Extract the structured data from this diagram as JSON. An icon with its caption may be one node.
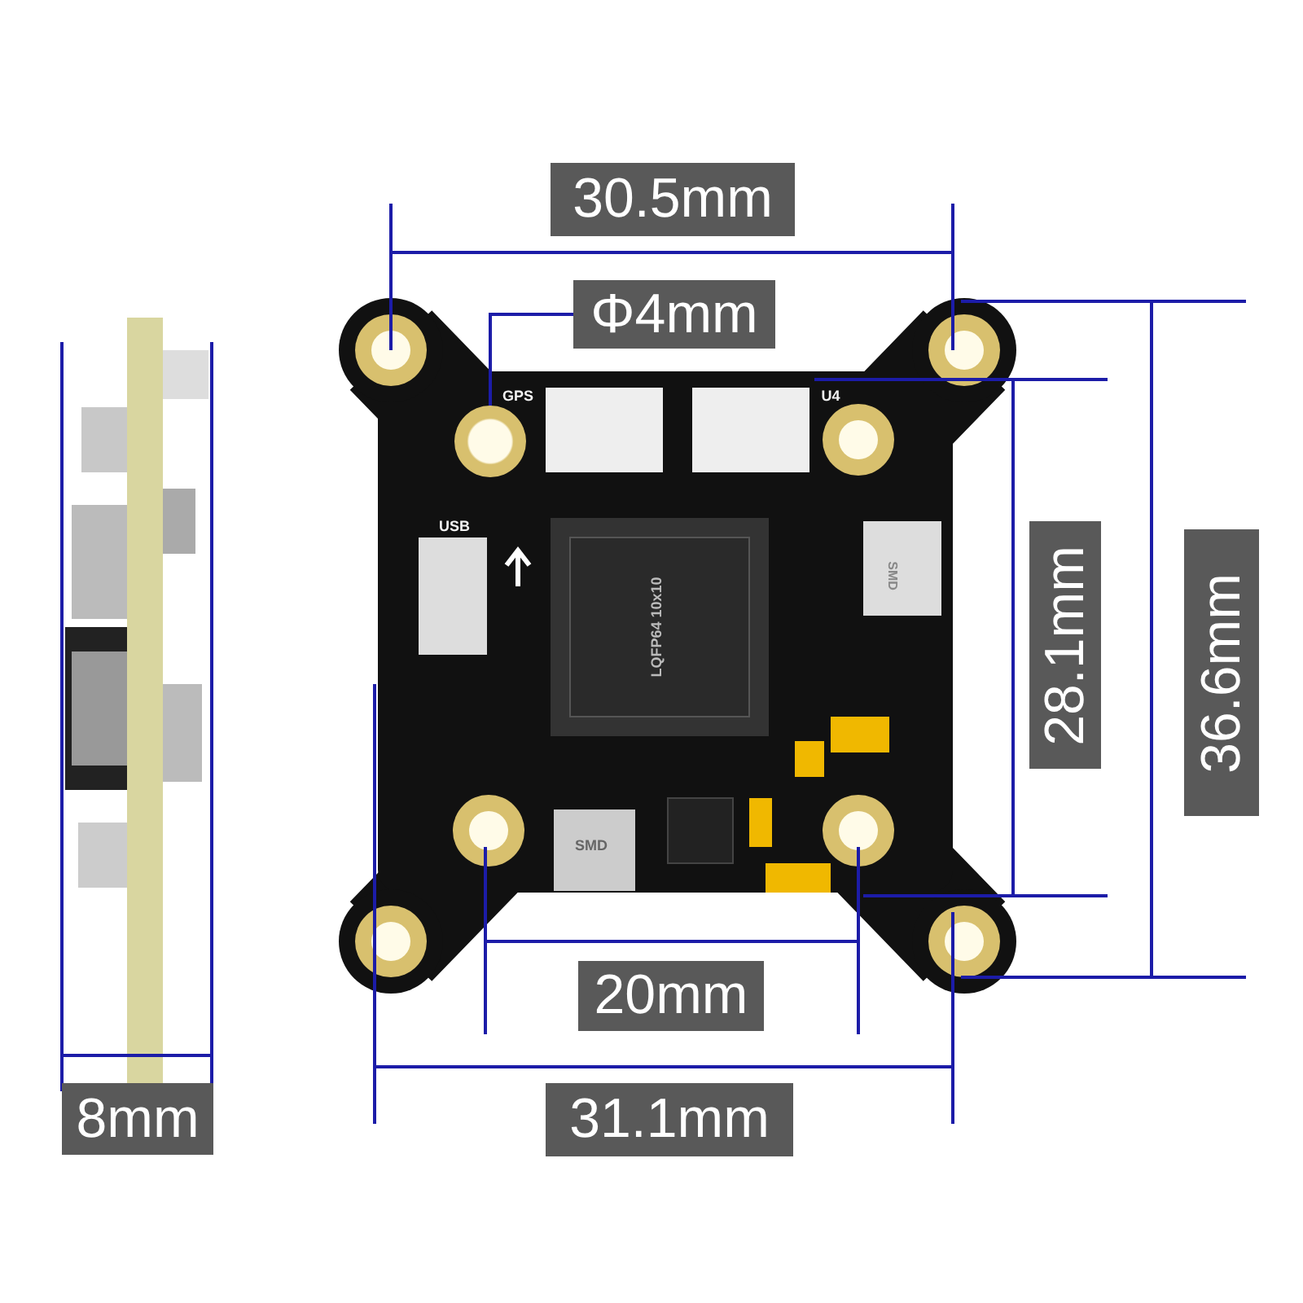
{
  "diagram": {
    "nodes": [
      {
        "text": [
          "Φ4mm"
        ]
      },
      {
        "text": [],
        "shape": "circle"
      }
    ],
    "edges": [
      {
        "from": 0,
        "to": 1,
        "arrow": "none"
      }
    ],
    "labels": [
      "30.5mm",
      "GPS",
      "U4",
      "USB",
      "28.1mm",
      "36.6mm",
      "LQFP64 10x10",
      "SMD",
      "SMD",
      "20mm",
      "8mm",
      "31.1mm"
    ]
  }
}
